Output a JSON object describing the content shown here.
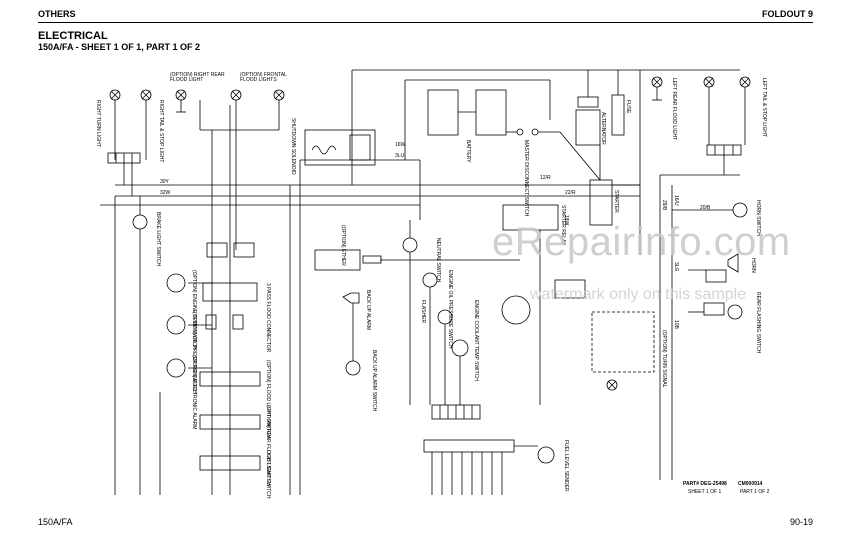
{
  "header": {
    "section": "OTHERS",
    "foldout": "FOLDOUT 9"
  },
  "title": "ELECTRICAL",
  "subtitle": "150A/FA - SHEET 1 OF 1, PART 1 OF 2",
  "labels": {
    "right_turn_light": "RIGHT TURN LIGHT",
    "right_tail_stop": "RIGHT TAIL & STOP LIGHT",
    "option_right_rear_flood": "(OPTION) RIGHT REAR FLOOD LIGHT",
    "option_frontal_flood": "(OPTION) FRONTAL FLOOD LIGHTS",
    "solenoid": "SHUTDOWN SOLENOID",
    "battery": "BATTERY",
    "master_switch": "MASTER DISCONNECT SWITCH",
    "fuse": "FUSE",
    "alternator": "ALTERNATOR",
    "starter": "STARTER",
    "left_flood": "LEFT REAR FLOOD LIGHT",
    "left_tail_stop": "LEFT TAIL & STOP LIGHT",
    "horn_switch": "HORN SWITCH",
    "horn": "HORN",
    "rear_turn_switch": "REAR FLASHING SWITCH",
    "brake_light": "BRAKE LIGHT SWITCH",
    "temp_sender": "(OPTION) ENGINE TEMP SWITCH",
    "oil_pressure": "(OPTION) OIL PRESSURE SWITCH",
    "electronic_alarm": "(OPTION) ELECTRONIC ALARM",
    "flood_connector": "3 PASS FLOOD CONNECTOR",
    "flood_switch": "(OPTION) FLOOD LIGHT SWITCH",
    "rear_flood_switch": "(OPTION) REAR FLOOD LIGHT SWITCH",
    "light_switch": "LIGHT SWITCH",
    "ether": "(OPTION) ETHER",
    "starter_relay": "STARTER RELAY",
    "neutral": "NEUTRAL SWITCH",
    "engine_pressure": "ENGINE OIL PRESSURE SWITCH",
    "flasher": "FLASHER",
    "backup_alarm": "BACK UP ALARM",
    "backup_switch": "BACK UP ALARM SWITCH",
    "coolant_temp": "ENGINE COOLANT TEMP SWITCH",
    "turn_signal": "(OPTION) TURN SIGNAL",
    "fuel_level": "FUEL LEVEL SENDER"
  },
  "wires": [
    "30Y",
    "32W",
    "16W",
    "3LU",
    "12/R",
    "22/R",
    "18W",
    "20/B",
    "16/U",
    "3LG",
    "28/B",
    "10B"
  ],
  "watermark": "eRepairinfo.com",
  "watermark_sub": "watermark only on this sample",
  "part_number": "PART# DEG-25498",
  "cm_number": "CM000914",
  "sheet": "SHEET 1 OF 1",
  "part_of": "PART 1 OF 2",
  "footer": {
    "model": "150A/FA",
    "page": "90-19"
  }
}
